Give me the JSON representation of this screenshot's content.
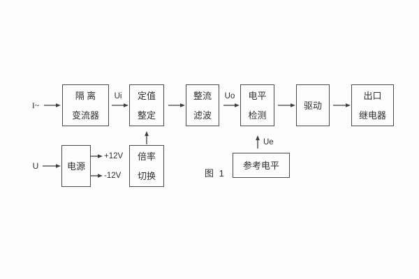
{
  "figure": {
    "caption": "图 1"
  },
  "colors": {
    "background": "#fdfdfd",
    "line": "#3d3d3d",
    "text": "#2f2f2f"
  },
  "inputs": {
    "current_input": "I~",
    "voltage_input": "U"
  },
  "signals": {
    "ui": "Ui",
    "uo": "Uo",
    "ue": "Ue",
    "plus_12v": "+12V",
    "minus_12v": "-12V"
  },
  "blocks": {
    "isolation_transformer": {
      "line1": "隔 离",
      "line2": "变流器"
    },
    "setting_adjust": {
      "line1": "定值",
      "line2": "整定"
    },
    "rectifier_filter": {
      "line1": "整流",
      "line2": "滤波"
    },
    "level_detector": {
      "line1": "电平",
      "line2": "检测"
    },
    "driver": {
      "line1": "驱动"
    },
    "output_relay": {
      "line1": "出口",
      "line2": "继电器"
    },
    "power_supply": {
      "line1": "电源"
    },
    "ratio_switch": {
      "line1": "倍率",
      "line2": "切换"
    },
    "reference_level": {
      "line1": "参考电平"
    }
  }
}
